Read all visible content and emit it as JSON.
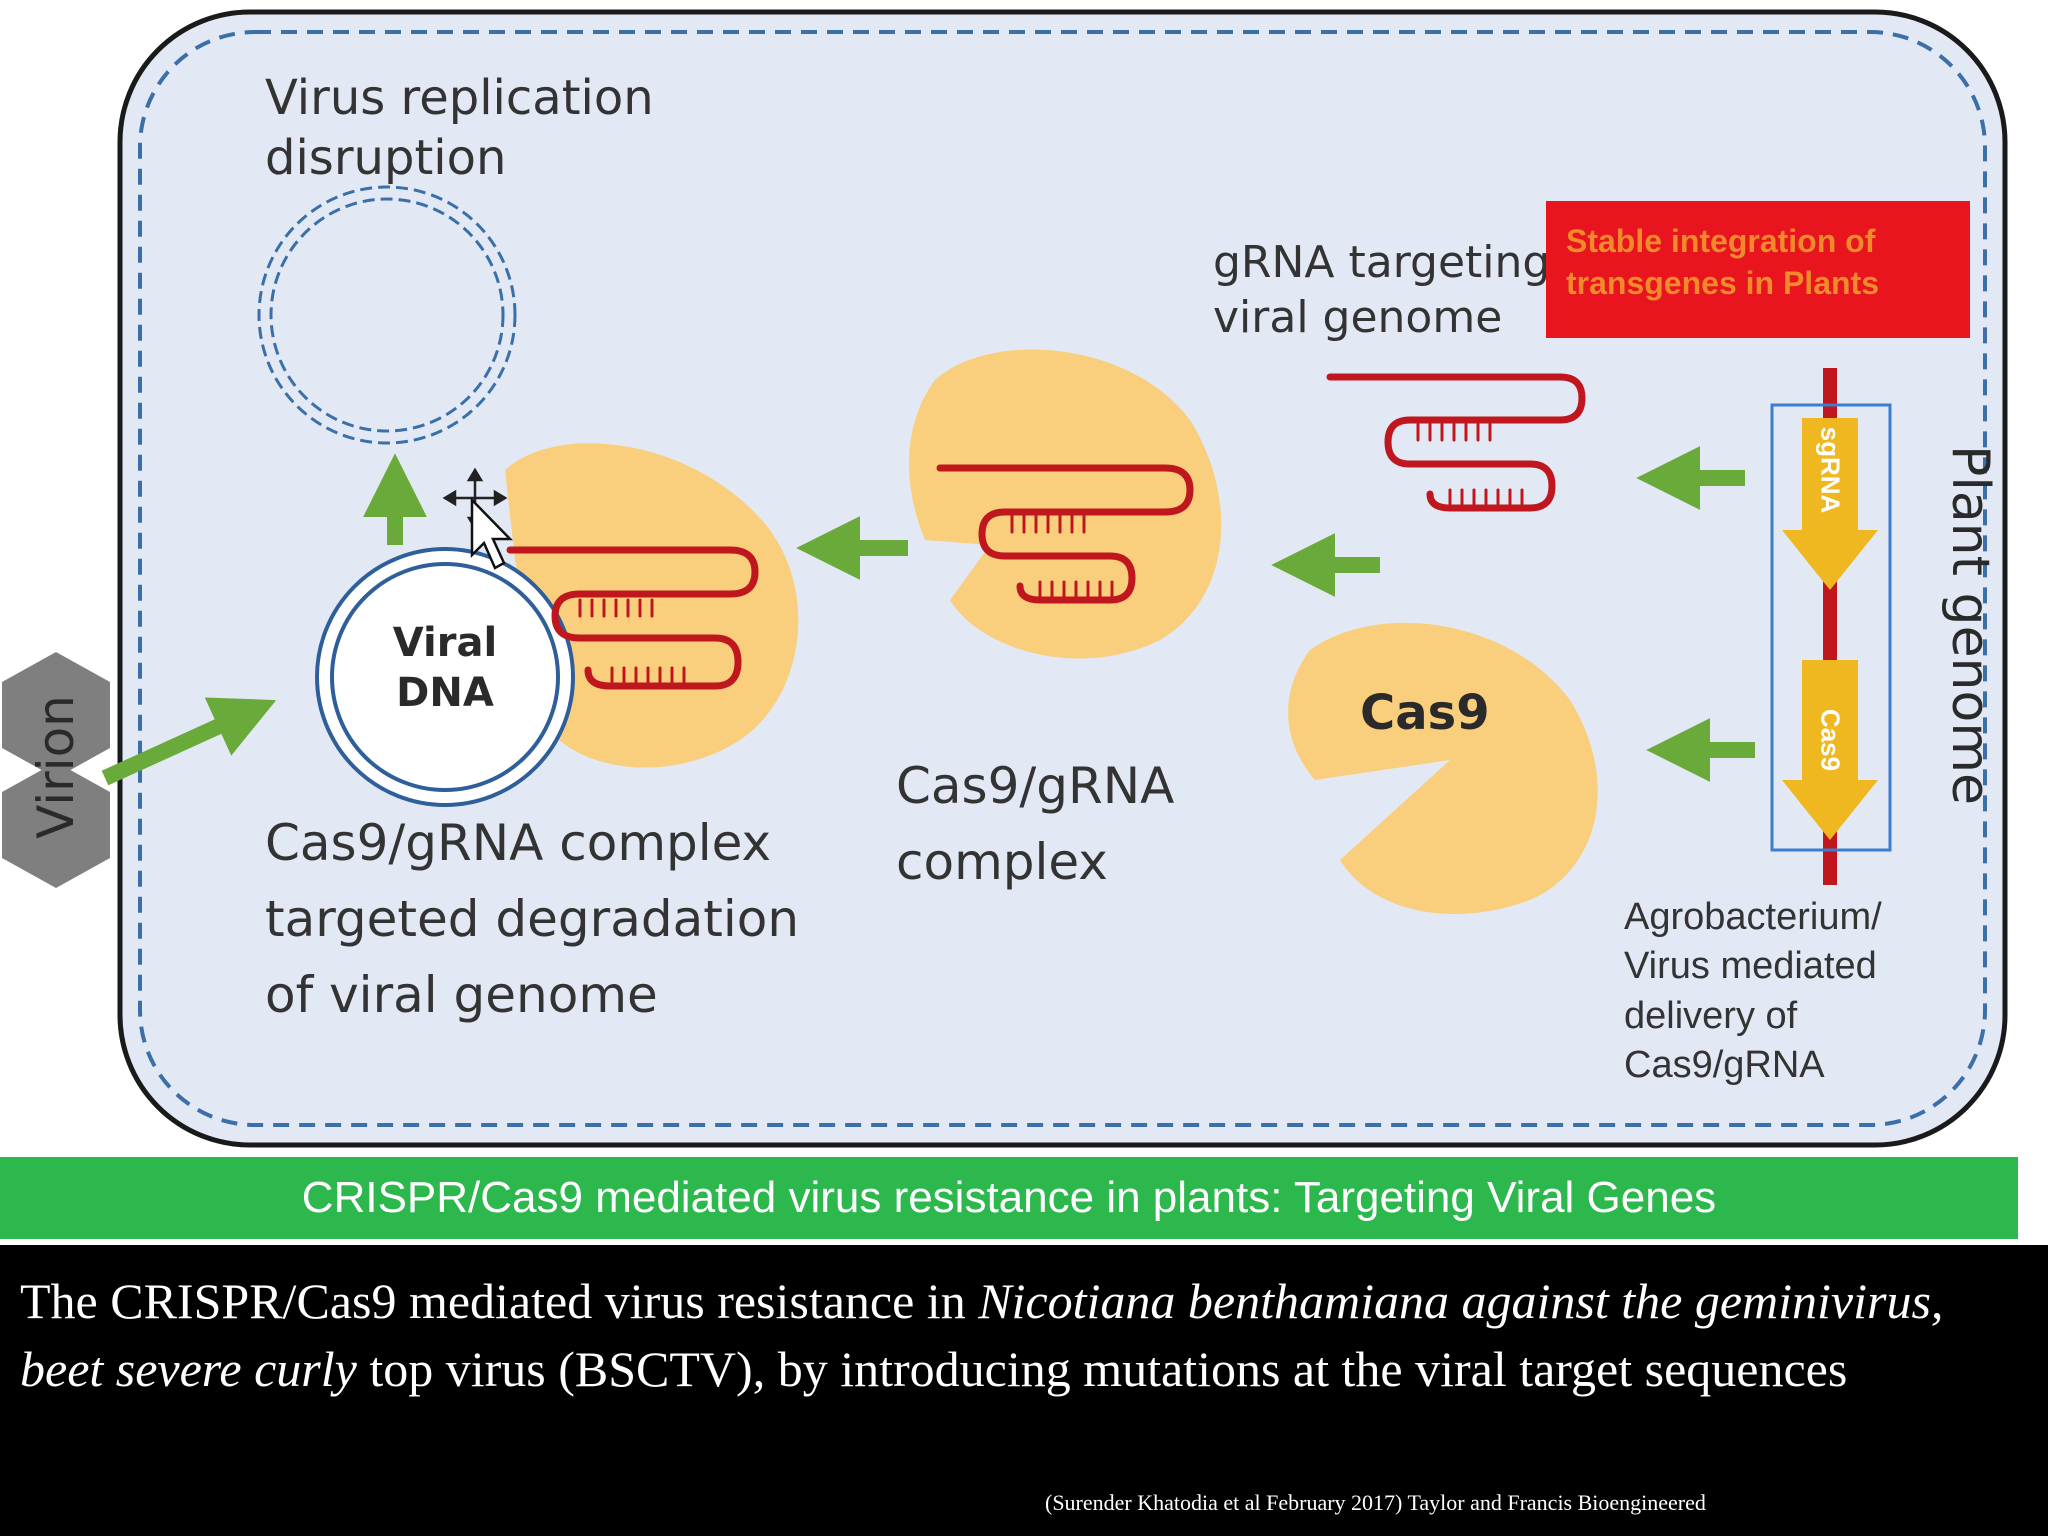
{
  "diagram": {
    "title_replication": [
      "Virus replication",
      "disruption"
    ],
    "grna_label": [
      "gRNA targeting",
      "viral genome"
    ],
    "red_box": [
      "Stable integration of",
      "transgenes in Plants"
    ],
    "viral_dna": [
      "Viral",
      "DNA"
    ],
    "cas9": "Cas9",
    "complex_degradation": [
      "Cas9/gRNA complex",
      "targeted degradation",
      "of viral genome"
    ],
    "complex_middle": [
      "Cas9/gRNA",
      "complex"
    ],
    "delivery": [
      "Agrobacterium/",
      "Virus mediated",
      "delivery of",
      "Cas9/gRNA"
    ],
    "plant_genome": "Plant genome",
    "virion": "Virion",
    "gene_grna": "sgRNA",
    "gene_cas9": "Cas9",
    "colors": {
      "cell_fill": "#e2e9f5",
      "cell_border": "#1a1a1a",
      "dash": "#3a6fa8",
      "arrow": "#6aaa3a",
      "cas9_fill": "#f9cf7e",
      "rna": "#c0161e",
      "gene_arrow": "#f0b820"
    }
  },
  "banner": "CRISPR/Cas9 mediated virus resistance in plants: Targeting Viral Genes",
  "caption": {
    "p1": "The CRISPR/Cas9 mediated virus resistance in ",
    "italic1": "Nicotiana benthamiana against the geminivirus, beet severe curly",
    "p2": " top virus (BSCTV), by introducing mutations at the viral target sequences",
    "citation": "(Surender Khatodia et al  February 2017) Taylor and Francis Bioengineered"
  }
}
